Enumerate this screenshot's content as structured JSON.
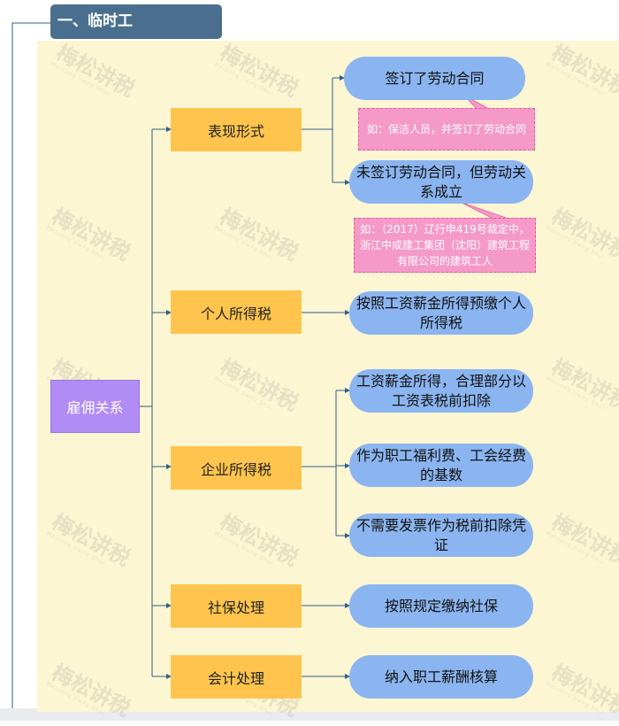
{
  "section_title": "一、临时工",
  "root": "雇佣关系",
  "categories": {
    "form": "表现形式",
    "iit": "个人所得税",
    "cit": "企业所得税",
    "social": "社保处理",
    "accounting": "会计处理"
  },
  "leaves": {
    "form_1": "签订了劳动合同",
    "form_2": "未签订劳动合同，但劳动关系成立",
    "iit_1": "按照工资薪金所得预缴个人所得税",
    "cit_1": "工资薪金所得，合理部分以工资表税前扣除",
    "cit_2": "作为职工福利费、工会经费的基数",
    "cit_3": "不需要发票作为税前扣除凭证",
    "social_1": "按照规定缴纳社保",
    "accounting_1": "纳入职工薪酬核算"
  },
  "notes": {
    "note_1": "如：保洁人员，并签订了劳动合同",
    "note_2": "如：（2017）辽行申419号裁定中，浙江中成建工集团（沈阳）建筑工程有限公司的建筑工人"
  },
  "watermark": {
    "text": "梅松讲税",
    "sub": "Meisong Jiang Shui"
  },
  "colors": {
    "header": "#4a6f8e",
    "background": "#fdf6d3",
    "root": "#b28cf5",
    "category": "#ffc44d",
    "leaf": "#8bb5f0",
    "note": "#f59ac8",
    "connector": "#2f5f8a"
  }
}
